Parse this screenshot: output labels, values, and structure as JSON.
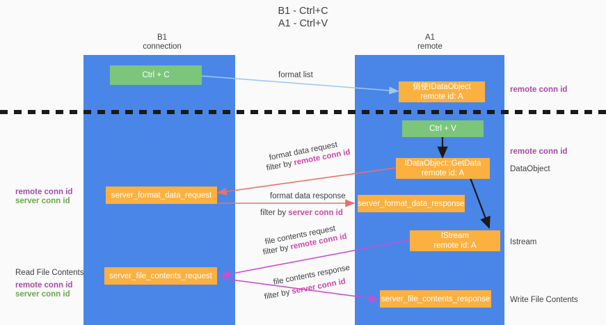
{
  "title": {
    "line1": "B1 - Ctrl+C",
    "line2": "A1 - Ctrl+V"
  },
  "columns": [
    {
      "name": "B1",
      "sub": "connection"
    },
    {
      "name": "A1",
      "sub": "remote"
    }
  ],
  "nodes": {
    "ctrl_c": {
      "label": "Ctrl + C"
    },
    "ctrl_v": {
      "label": "Ctrl + V"
    },
    "idataobject": {
      "line1": "俏使IDataObject",
      "line2": "remote id: A"
    },
    "getdata": {
      "line1": "IDataObject::GetData",
      "line2": "remote id: A"
    },
    "istream": {
      "line1": "IStream",
      "line2": "remote id: A"
    },
    "server_format_data_request": {
      "label": "server_format_data_request"
    },
    "server_format_data_response": {
      "label": "server_format_data_response"
    },
    "server_file_contents_request": {
      "label": "server_file_contents_request"
    },
    "server_file_contents_response": {
      "label": "server_file_contents_response"
    }
  },
  "edge_labels": {
    "format_list": "format list",
    "format_data_request": "format data request",
    "format_data_request_filter_prefix": "filter by ",
    "format_data_request_filter_key": "remote conn id",
    "format_data_response": "format data response",
    "format_data_response_filter_prefix": "filter by ",
    "format_data_response_filter_key": "server conn id",
    "file_contents_request": "file contents request",
    "file_contents_request_filter_prefix": "filter by ",
    "file_contents_request_filter_key": "remote conn id",
    "file_contents_response": "file contents response",
    "file_contents_response_filter_prefix": "filter by ",
    "file_contents_response_filter_key": "server conn id"
  },
  "right_labels": {
    "remote_conn_id_top": "remote conn id",
    "remote_conn_id_mid": "remote conn id",
    "dataobject": "DataObject",
    "istream": "Istream",
    "write_file_contents": "Write File Contents"
  },
  "left_labels": {
    "remote_conn_id_1": "remote conn id",
    "server_conn_id_1": "server conn id",
    "read_file_contents": "Read File Contents",
    "remote_conn_id_2": "remote conn id",
    "server_conn_id_2": "server conn id"
  },
  "colors": {
    "lane": "#4a86e8",
    "green_node": "#7bc67b",
    "orange_node": "#fbb040",
    "purple": "#a64ca6",
    "green_text": "#6aa84f",
    "magenta": "#cc49a6",
    "arrow_blue": "#9fc5f8",
    "arrow_red": "#e8716a",
    "arrow_magenta": "#c94fd1",
    "arrow_black": "#1a1a1a",
    "background": "#fafafa"
  }
}
